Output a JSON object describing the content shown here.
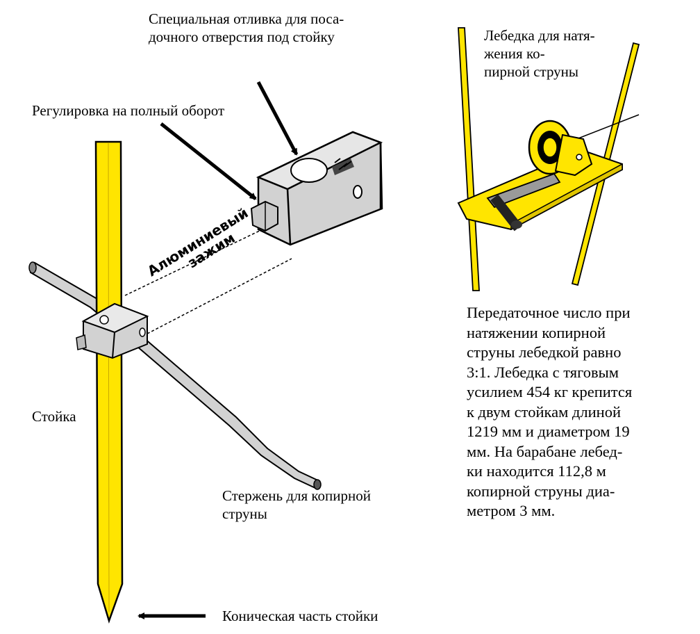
{
  "labels": {
    "casting": "Специальная отливка для поса-\nдочного отверстия под стойку",
    "adjustment": "Регулировка на полный оборот",
    "winch": "Лебедка для натя-\nжения ко-\nпирной струны",
    "post": "Стойка",
    "rod": "Стержень для копирной\nструны",
    "tip": "Коническая часть стойки",
    "clamp_line1": "Алюминиевый",
    "clamp_line2": "зажим"
  },
  "description": "Передаточное число при\nнатяжении копирной\nструны лебедкой равно\n3:1. Лебедка с тяговым\nусилием 454 кг крепится\nк двум стойкам длиной\n1219 мм и диаметром 19\nмм. На барабане лебед-\nки находится 112,8 м\nкопирной струны диа-\nметром 3 мм.",
  "colors": {
    "post_yellow": "#FFE500",
    "metal_gray": "#d2d2d2",
    "outline": "#000000"
  }
}
